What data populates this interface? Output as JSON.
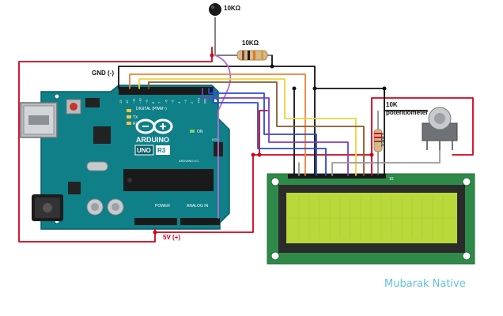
{
  "labels": {
    "thermistor": "10KΩ",
    "resistor": "10KΩ",
    "gnd": "GND (-)",
    "vcc": "5V (+)",
    "pot_line1": "10K",
    "pot_line2": "potentiometer",
    "lcd_resistor": "220Ω",
    "lcd_pin16": "16"
  },
  "board": {
    "logo_text": "ARDUINO",
    "model": "UNO",
    "rev": "R3",
    "digital_label": "DIGITAL (PWM~)",
    "power_label": "POWER",
    "analog_label": "ANALOG IN",
    "on_label": "ON",
    "chip_label": "ARDUINO.CC",
    "tx_label": "TX",
    "rx_label": "RX",
    "icsp_label": "ICSP",
    "pin_numbers": [
      "13",
      "12",
      "~11",
      "~10",
      "~9",
      "8",
      "7",
      "~6",
      "~5",
      "4",
      "~3",
      "2",
      "TX1",
      "RX0"
    ]
  },
  "watermark": "Mubarak Native",
  "colors": {
    "red_wire": "#d0021b",
    "black_wire": "#111111",
    "purple_wire": "#b36bd1",
    "orange_wire": "#e8843a",
    "yellow_wire": "#f0d23c",
    "brown_wire": "#8a5a2b",
    "blue_wire": "#2b4bd8",
    "grey_wire": "#9a9a9a",
    "board": "#0f7f88",
    "lcd_screen": "#b9d93a",
    "lcd_pcb": "#2f8a4a",
    "brand": "#5fc4d6"
  }
}
